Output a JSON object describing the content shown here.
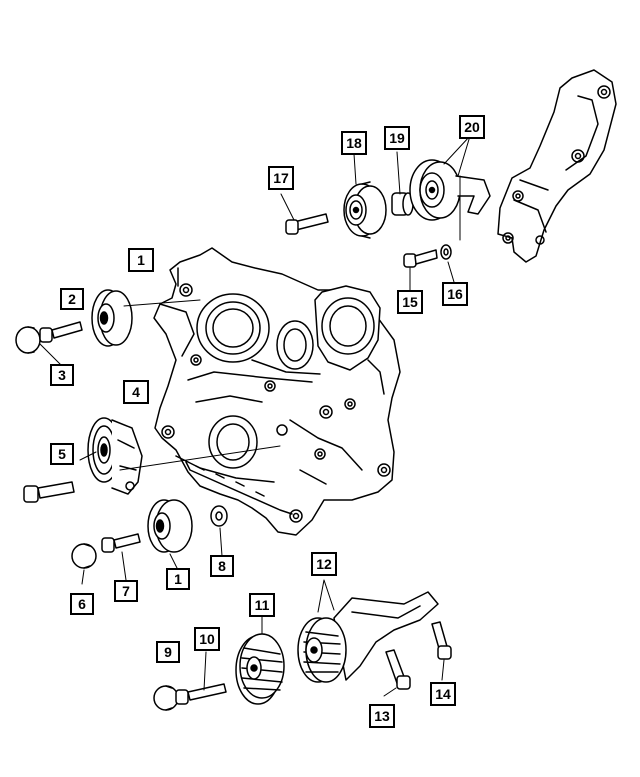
{
  "callouts": {
    "c1a": "1",
    "c1b": "1",
    "c2": "2",
    "c3": "3",
    "c4": "4",
    "c5": "5",
    "c6": "6",
    "c7": "7",
    "c8": "8",
    "c9": "9",
    "c10": "10",
    "c11": "11",
    "c12": "12",
    "c13": "13",
    "c14": "14",
    "c15": "15",
    "c16": "16",
    "c17": "17",
    "c18": "18",
    "c19": "19",
    "c20": "20"
  }
}
